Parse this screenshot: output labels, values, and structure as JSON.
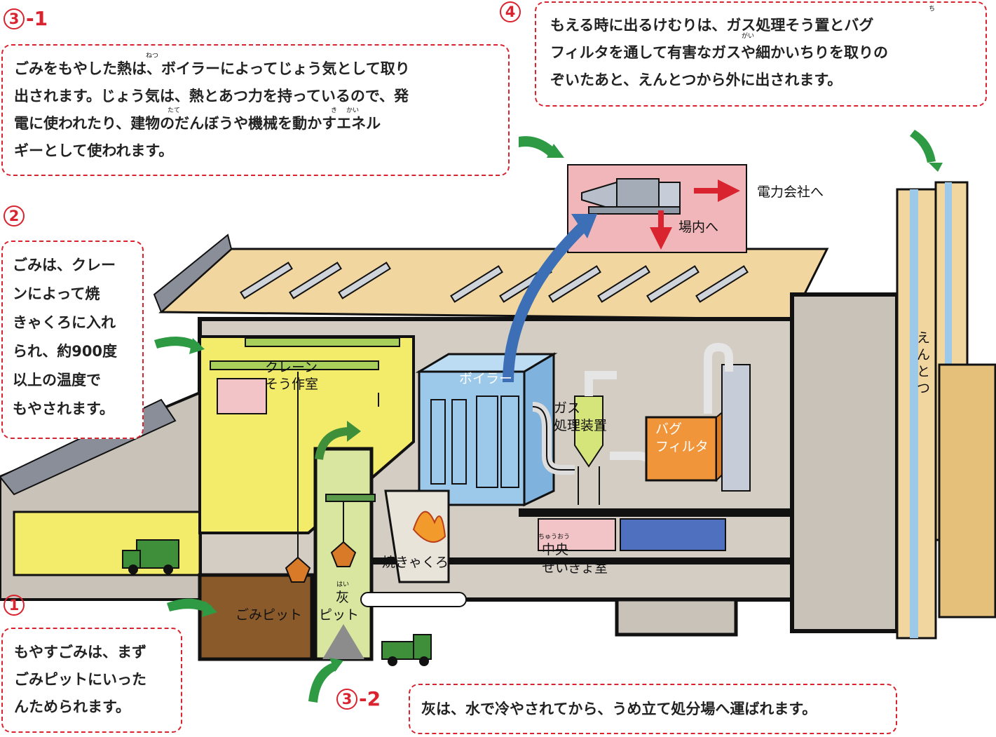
{
  "callouts": {
    "c31": {
      "num": "3",
      "suffix": "-1",
      "lines": [
        "ごみをもやした熱は、ボイラーによってじょう気として取り",
        "出されます。じょう気は、熱とあつ力を持っているので、発",
        "電に使われたり、建物のだんぼうや機械を動かすエネル",
        "ギーとして使われます。"
      ],
      "ruby": [
        "ねつ",
        "たて",
        "き",
        "かい"
      ]
    },
    "c4": {
      "num": "4",
      "lines": [
        "もえる時に出るけむりは、ガス処理そう置とバグ",
        "フィルタを通して有害なガスや細かいちりを取りの",
        "ぞいたあと、えんとつから外に出されます。"
      ],
      "ruby": [
        "ち",
        "がい"
      ]
    },
    "c2": {
      "num": "2",
      "lines": [
        "ごみは、クレー",
        "ンによって焼",
        "きゃくろに入れ",
        "られ、約900度",
        "以上の温度で",
        "もやされます。"
      ]
    },
    "c1": {
      "num": "1",
      "lines": [
        "もやすごみは、まず",
        "ごみピットにいった",
        "んためられます。"
      ]
    },
    "c32": {
      "num": "3",
      "suffix": "-2",
      "lines": [
        "灰は、水で冷やされてから、うめ立て処分場へ運ばれます。"
      ]
    }
  },
  "labels": {
    "crane": [
      "クレーン",
      "そう作室"
    ],
    "boiler": "ボイラー",
    "gas": [
      "ガス",
      "処理装置"
    ],
    "bag": [
      "バグ",
      "フィルタ"
    ],
    "chimney": [
      "え",
      "ん",
      "と",
      "つ"
    ],
    "power": "電力会社へ",
    "onsite": "場内へ",
    "furnace": "焼きゃくろ",
    "control": [
      "中央",
      "せいぎょ室"
    ],
    "control_ruby": "ちゅうおう",
    "ash": "灰",
    "ash_ruby": "はい",
    "pit": "ごみピット",
    "ashpit": "ピット"
  },
  "colors": {
    "accent": "#d9232e",
    "green_arrow": "#2e9a44",
    "blue_arrow": "#3c6fb6",
    "yellow": "#f3ec6b",
    "boiler": "#9cc8ea",
    "bagfilter": "#f0953a",
    "roof": "#f1d6a0",
    "wall": "#c8c1b8"
  }
}
